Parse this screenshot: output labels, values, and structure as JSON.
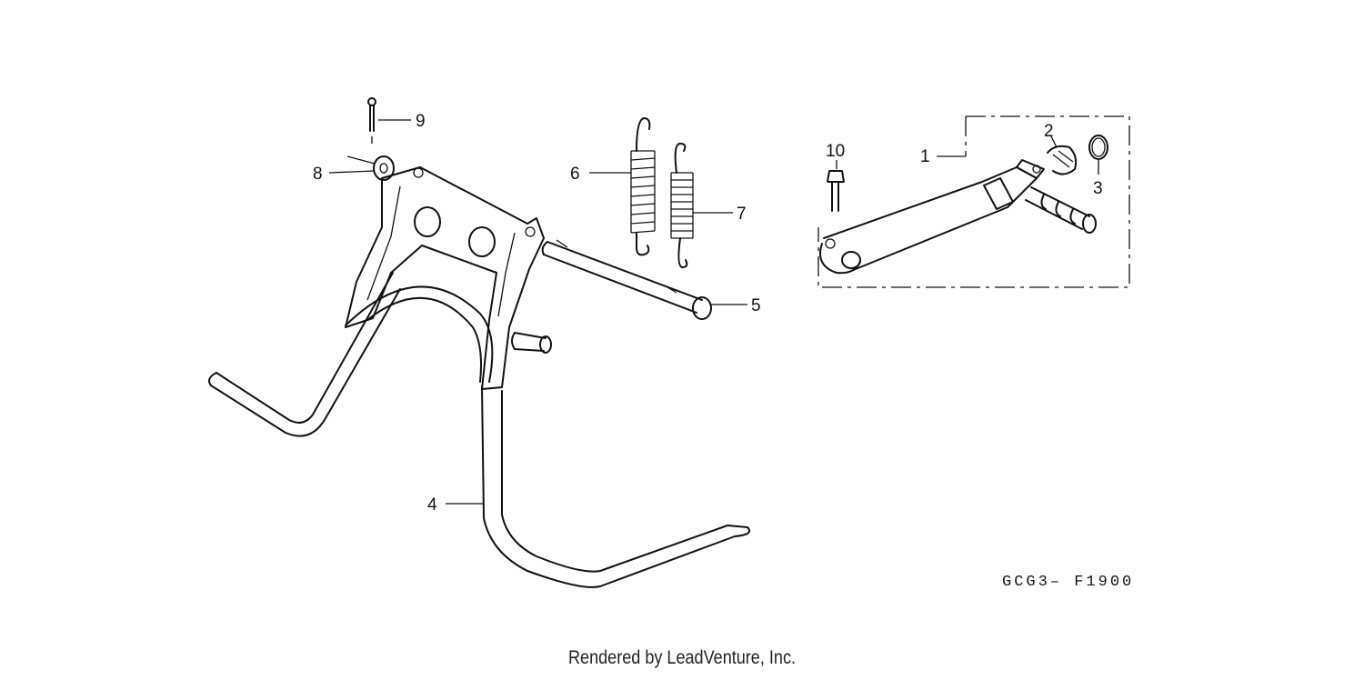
{
  "callouts": {
    "c1": "1",
    "c2": "2",
    "c3": "3",
    "c4": "4",
    "c5": "5",
    "c6": "6",
    "c7": "7",
    "c8": "8",
    "c9": "9",
    "c10": "10"
  },
  "diagram_code": "GCG3– F1900",
  "footer_text": "Rendered by LeadVenture, Inc."
}
